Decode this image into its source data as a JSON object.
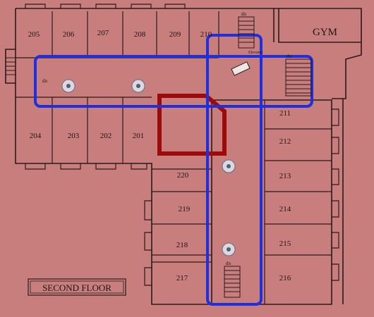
{
  "floor_label": "SECOND FLOOR",
  "gym_label": "GYM",
  "elevator_label": "Elevator",
  "dn_label": "dn",
  "rooms_top": [
    "205",
    "206",
    "207",
    "208",
    "209",
    "210"
  ],
  "rooms_middle": [
    "204",
    "203",
    "202",
    "201"
  ],
  "rooms_east": [
    "211",
    "212",
    "213",
    "214",
    "215",
    "216"
  ],
  "rooms_west": [
    "220",
    "219",
    "218",
    "217"
  ],
  "colors": {
    "background": "#c97e7e",
    "route_highlight": "#1f2fe0",
    "courtyard_highlight": "#9e0a0a"
  }
}
